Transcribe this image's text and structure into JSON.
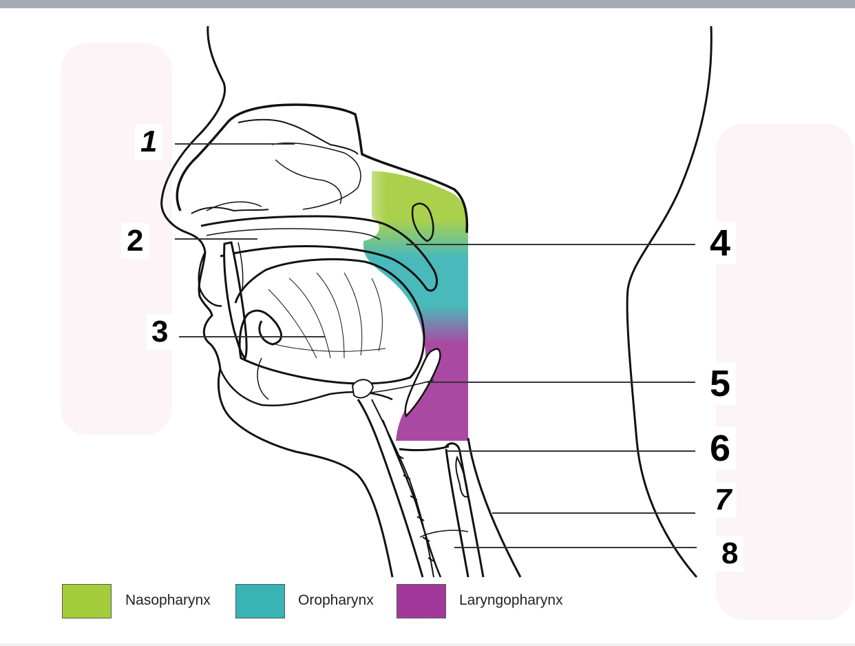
{
  "labels": {
    "l1": "1",
    "l2": "2",
    "l3": "3",
    "l4": "4",
    "l5": "5",
    "l6": "6",
    "l7": "7",
    "l8": "8"
  },
  "legend": {
    "nasopharynx": {
      "label": "Nasopharynx",
      "color": "#a4cd3c"
    },
    "oropharynx": {
      "label": "Oropharynx",
      "color": "#3ab3b5"
    },
    "laryngopharynx": {
      "label": "Laryngopharynx",
      "color": "#a2399a"
    }
  }
}
